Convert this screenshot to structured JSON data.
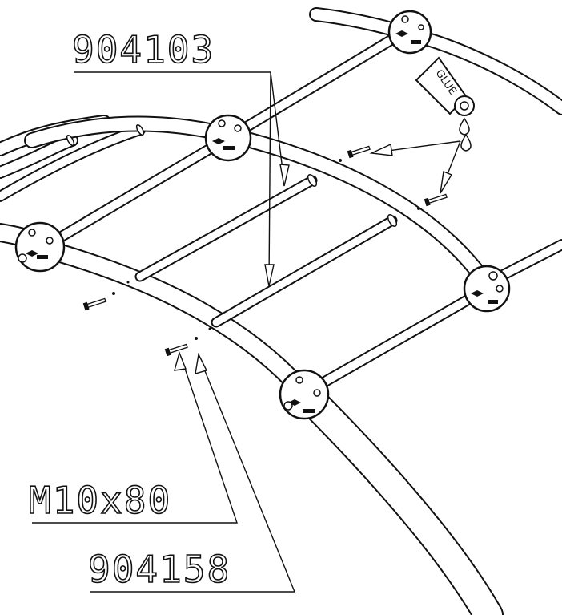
{
  "diagram": {
    "labels": {
      "part_904103": "904103",
      "bolt_size": "M10x80",
      "part_904158": "904158",
      "glue": "GLUE"
    },
    "colors": {
      "line": "#111111",
      "background": "#ffffff"
    }
  }
}
